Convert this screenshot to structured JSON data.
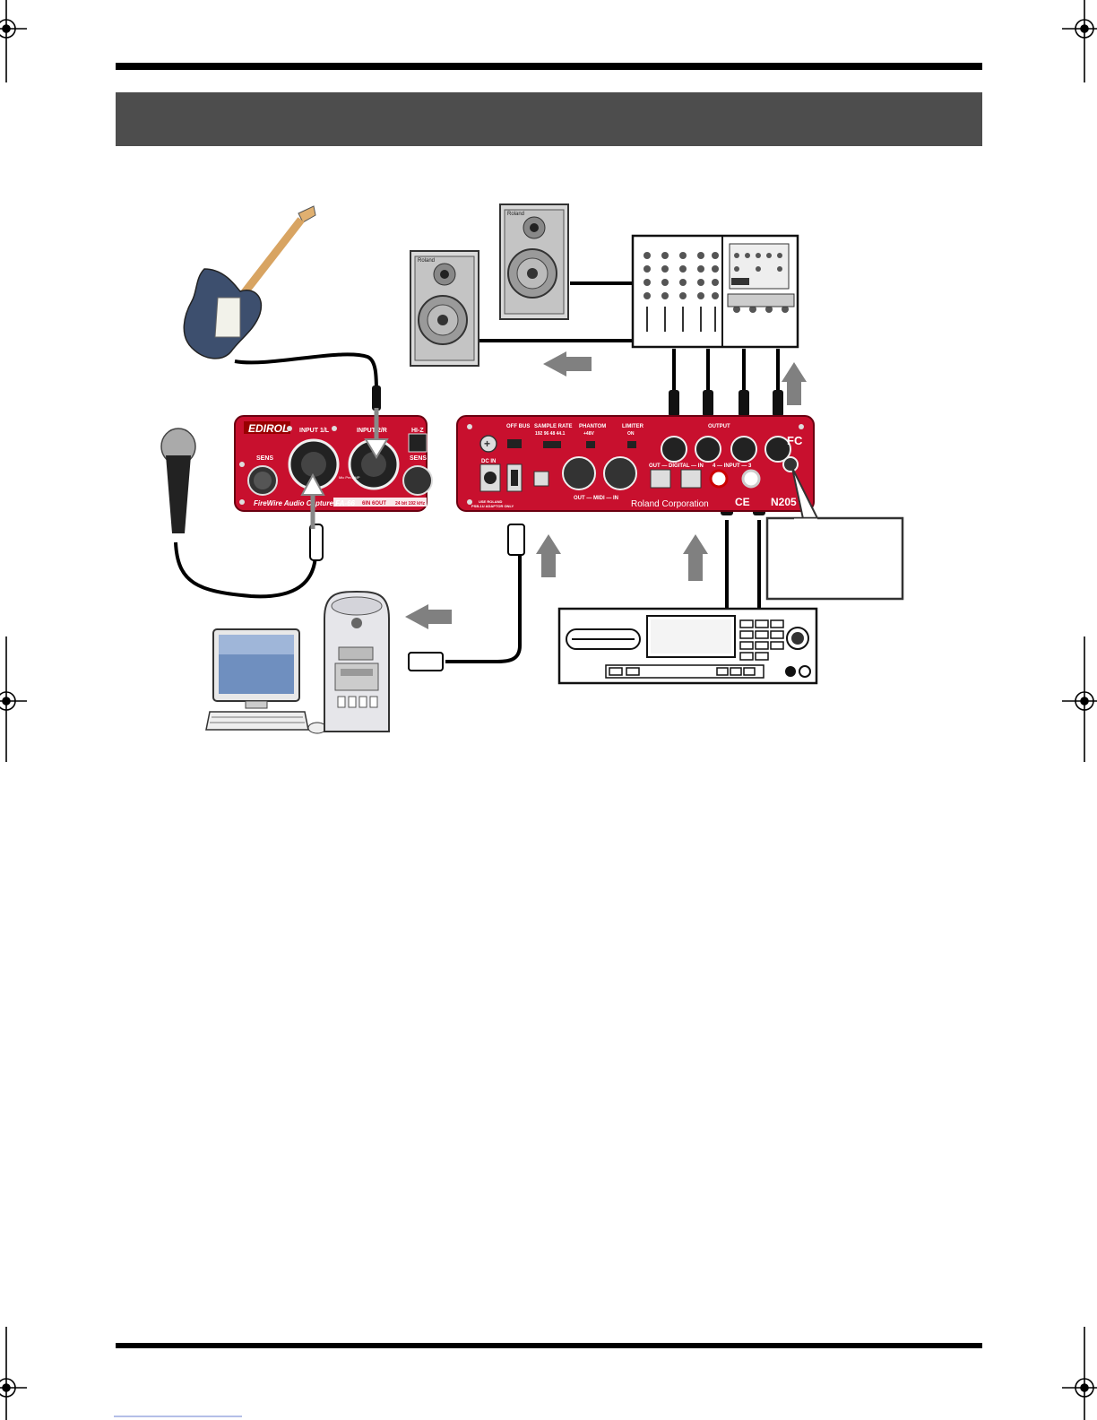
{
  "header_bar_color": "#4d4d4d",
  "rule_color": "#000000",
  "accent_red": "#c8102e",
  "arrow_gray": "#808080",
  "front_panel": {
    "brand": "EDIROL",
    "input1": "INPUT 1/L",
    "input2": "INPUT 2/R",
    "hiz": "HI-Z",
    "sens1": "SENS",
    "sens2": "SENS",
    "micpre1": "Mic Pre-AMP",
    "model_line": "FireWire Audio Capture FA-66",
    "io_badge": "6IN 6OUT",
    "bit_badge": "24 bit 192 kHz"
  },
  "rear_panel": {
    "off_bus": "OFF BUS",
    "sample_rate": "SAMPLE RATE",
    "rates": "192 96 48 44.1",
    "phantom": "PHANTOM",
    "phantom_v": "+48V",
    "limiter": "LIMITER",
    "limiter_on": "ON",
    "output": "OUTPUT",
    "dc_in": "DC IN",
    "adaptor_note1": "USE ROLAND",
    "adaptor_note2": "PSB-1U ADAPTOR ONLY",
    "midi": "OUT — MIDI — IN",
    "digital": "OUT — DIGITAL — IN",
    "input34": "4 — INPUT — 3",
    "maker": "Roland Corporation",
    "n_mark": "N205",
    "fc": "FC",
    "ce": "CE"
  },
  "speaker_brand": "Roland"
}
